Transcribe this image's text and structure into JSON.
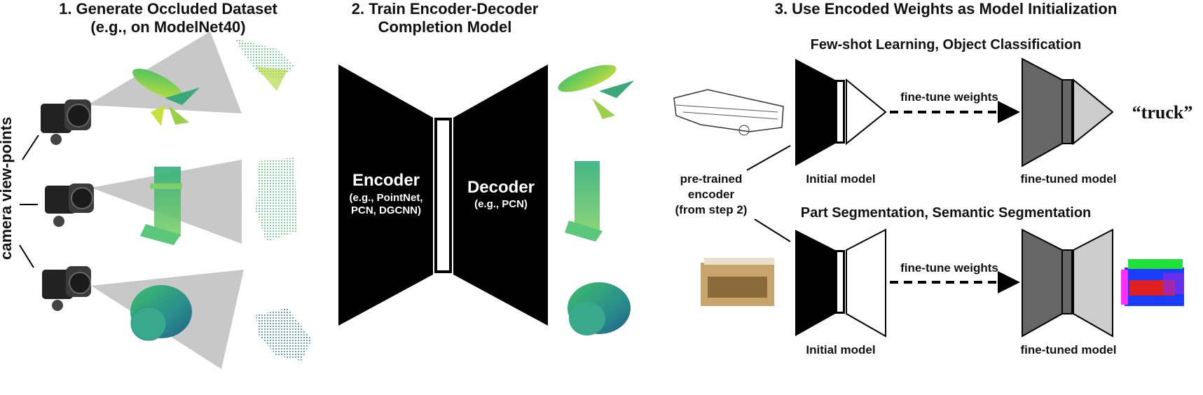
{
  "step1": {
    "title": "1. Generate Occluded Dataset",
    "subtitle": "(e.g., on ModelNet40)"
  },
  "step2": {
    "title_line1": "2. Train Encoder-Decoder",
    "title_line2": "Completion Model",
    "encoder_label": "Encoder",
    "encoder_examples_line1": "(e.g., PointNet,",
    "encoder_examples_line2": "PCN, DGCNN)",
    "decoder_label": "Decoder",
    "decoder_examples": "(e.g., PCN)"
  },
  "step3": {
    "title": "3. Use Encoded Weights as Model Initialization",
    "task_top": "Few-shot Learning, Object Classification",
    "task_bottom": "Part Segmentation, Semantic Segmentation",
    "finetune_label": "fine-tune weights",
    "initial_model": "Initial model",
    "finetuned_model": "fine-tuned model",
    "prediction": "“truck”",
    "pretrained_line1": "pre-trained",
    "pretrained_line2": "encoder",
    "pretrained_line3": "(from step 2)"
  },
  "viewpoints_label": "camera view-points",
  "colors": {
    "block": "#000000",
    "finetuned": "#666666",
    "finetuned_light": "#cccccc",
    "frustum": "#c8c8c8",
    "green": "#3fbf6a",
    "teal": "#2a8f8c",
    "yellow": "#c8e03a"
  }
}
